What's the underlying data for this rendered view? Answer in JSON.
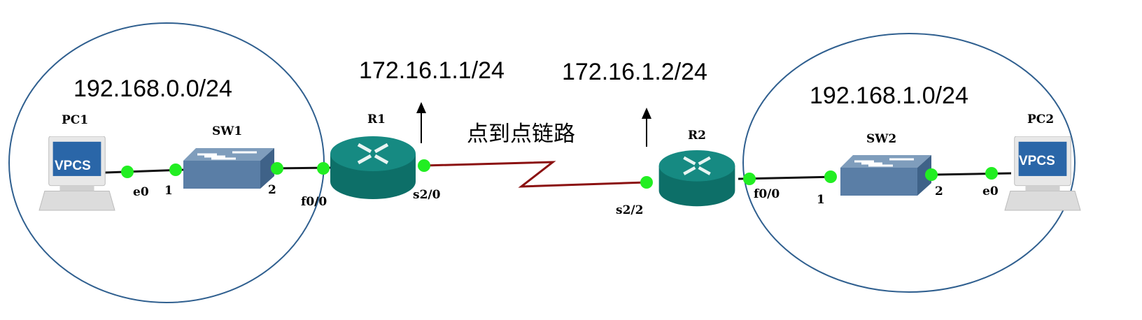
{
  "networks": {
    "left_subnet": "192.168.0.0/24",
    "right_subnet": "192.168.1.0/24",
    "r1_serial_ip": "172.16.1.1/24",
    "r2_serial_ip": "172.16.1.2/24",
    "link_label": "点到点链路"
  },
  "devices": {
    "pc1": {
      "name": "PC1",
      "screen": "VPCS",
      "port": "e0"
    },
    "sw1": {
      "name": "SW1",
      "port_a": "1",
      "port_b": "2"
    },
    "r1": {
      "name": "R1",
      "port_lan": "f0/0",
      "port_wan": "s2/0"
    },
    "r2": {
      "name": "R2",
      "port_wan": "s2/2",
      "port_lan": "f0/0"
    },
    "sw2": {
      "name": "SW2",
      "port_a": "1",
      "port_b": "2"
    },
    "pc2": {
      "name": "PC2",
      "screen": "VPCS",
      "port": "e0"
    }
  },
  "colors": {
    "ellipse": "#2f5f8f",
    "serial": "#8b1010",
    "port_dot": "#22ee22",
    "router": "#0f7a72",
    "switch": "#55789d"
  }
}
